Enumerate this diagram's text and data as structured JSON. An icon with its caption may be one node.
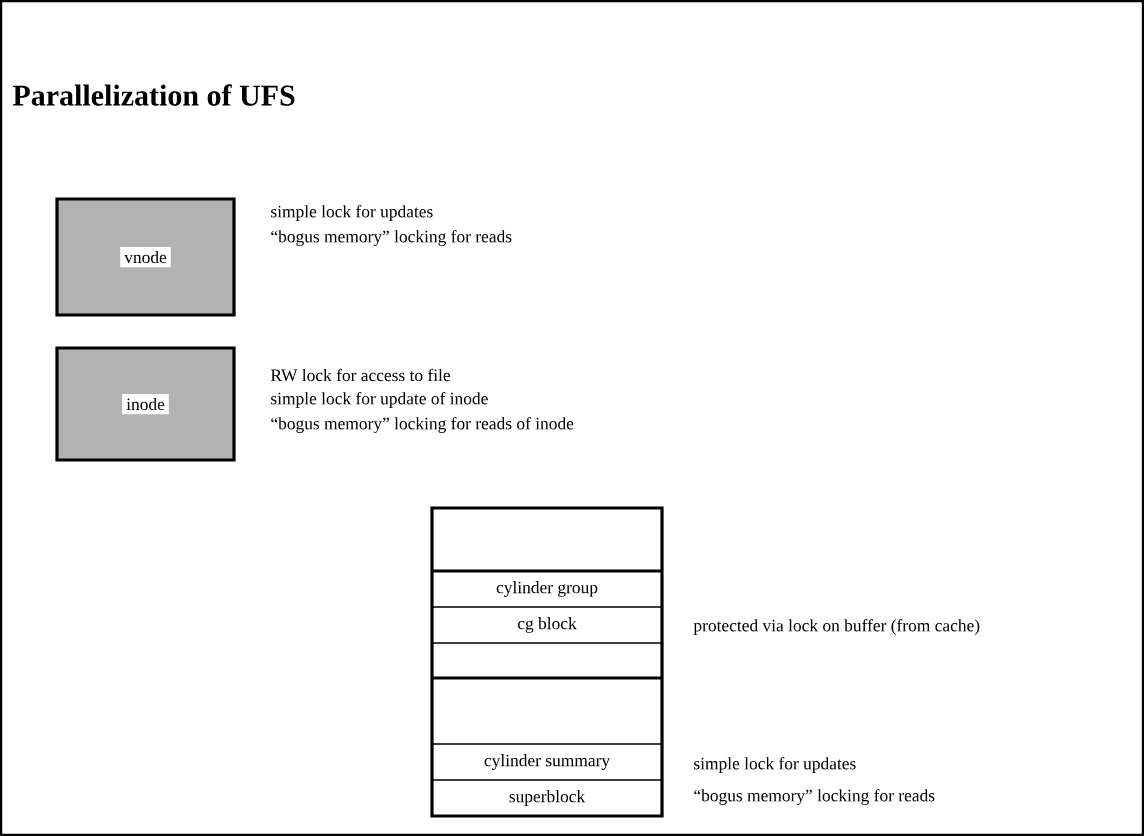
{
  "diagram": {
    "title": "Parallelization of UFS",
    "nodes": [
      {
        "text": [
          "vnode"
        ],
        "beside": [
          "simple lock for updates",
          "“bogus memory” locking for reads"
        ]
      },
      {
        "text": [
          "inode"
        ],
        "beside": [
          "RW lock for access to file",
          "simple lock for update of inode",
          "“bogus memory” locking for reads of inode"
        ]
      },
      {
        "text": [],
        "shape": "box"
      },
      {
        "text": [
          "cylinder group"
        ]
      },
      {
        "text": [
          "cg block"
        ],
        "beside": [
          "protected via lock on buffer (from cache)"
        ]
      },
      {
        "text": [],
        "shape": "box"
      },
      {
        "text": [],
        "shape": "box"
      },
      {
        "text": [
          "cylinder summary"
        ],
        "beside": [
          "simple lock for updates"
        ]
      },
      {
        "text": [
          "superblock"
        ],
        "beside": [
          "“bogus memory” locking for reads"
        ]
      }
    ]
  }
}
